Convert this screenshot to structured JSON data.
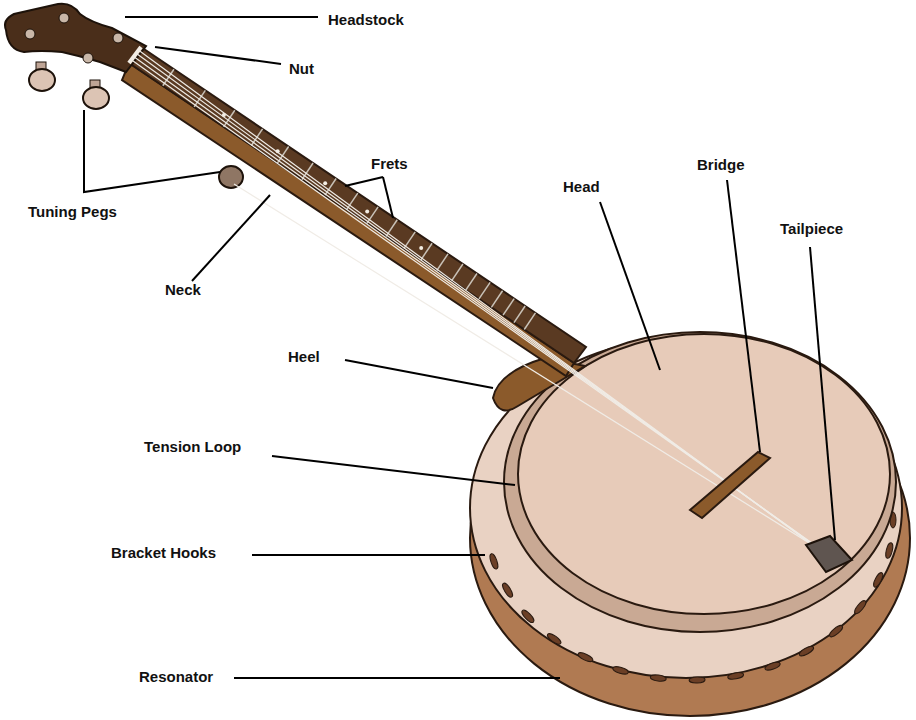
{
  "diagram": {
    "labels": [
      "Headstock",
      "Nut",
      "Frets",
      "Head",
      "Bridge",
      "Tailpiece",
      "Tuning Pegs",
      "Neck",
      "Heel",
      "Tension Loop",
      "Bracket Hooks",
      "Resonator"
    ]
  }
}
